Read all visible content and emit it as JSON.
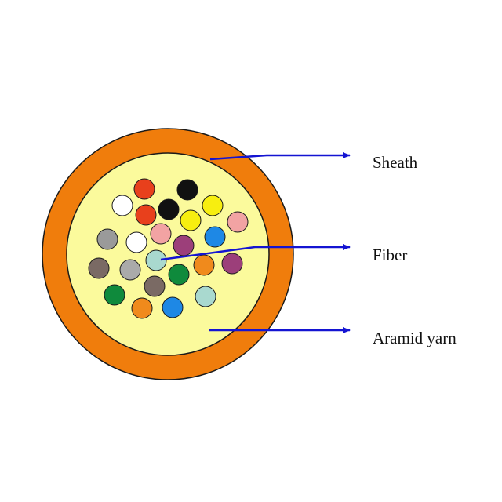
{
  "diagram": {
    "labels": {
      "sheath": "Sheath",
      "fiber": "Fiber",
      "aramid_yarn": "Aramid yarn"
    },
    "colors": {
      "sheath": "#f07d0c",
      "aramid_yarn": "#fbfa9c",
      "outline": "#1a1a1a",
      "leader_line": "#1414d2"
    },
    "fibers": [
      {
        "color": "#e8401c"
      },
      {
        "color": "#111111"
      },
      {
        "color": "#ffffff"
      },
      {
        "color": "#e8401c"
      },
      {
        "color": "#111111"
      },
      {
        "color": "#f7ee10"
      },
      {
        "color": "#f7ee10"
      },
      {
        "color": "#9a9a9a"
      },
      {
        "color": "#ffffff"
      },
      {
        "color": "#f2a3a3"
      },
      {
        "color": "#f2a3a3"
      },
      {
        "color": "#1e88e5"
      },
      {
        "color": "#9c3f7a"
      },
      {
        "color": "#7a6a64"
      },
      {
        "color": "#aaaaaa"
      },
      {
        "color": "#a9d9cf"
      },
      {
        "color": "#f08a1c"
      },
      {
        "color": "#9c3f7a"
      },
      {
        "color": "#0f8a3c"
      },
      {
        "color": "#0f8a3c"
      },
      {
        "color": "#7a6a64"
      },
      {
        "color": "#f08a1c"
      },
      {
        "color": "#1e88e5"
      },
      {
        "color": "#a9d9cf"
      }
    ]
  }
}
